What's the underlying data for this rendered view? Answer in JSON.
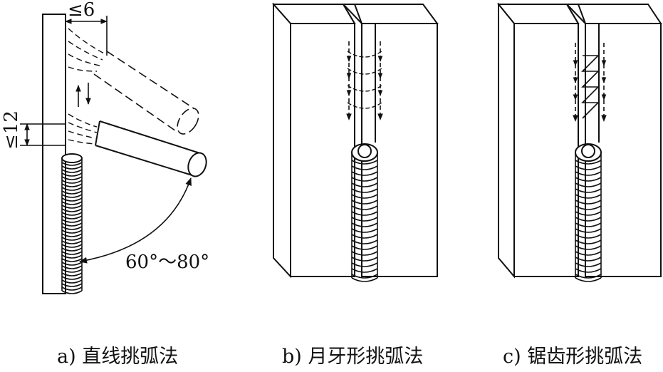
{
  "panels": [
    {
      "caption": "a) 直线挑弧法",
      "dim_top": "≤6",
      "dim_side": "≤12",
      "angle": "60°～80°"
    },
    {
      "caption": "b) 月牙形挑弧法"
    },
    {
      "caption": "c) 锯齿形挑弧法"
    }
  ],
  "colors": {
    "line": "#111111",
    "background": "#ffffff"
  }
}
